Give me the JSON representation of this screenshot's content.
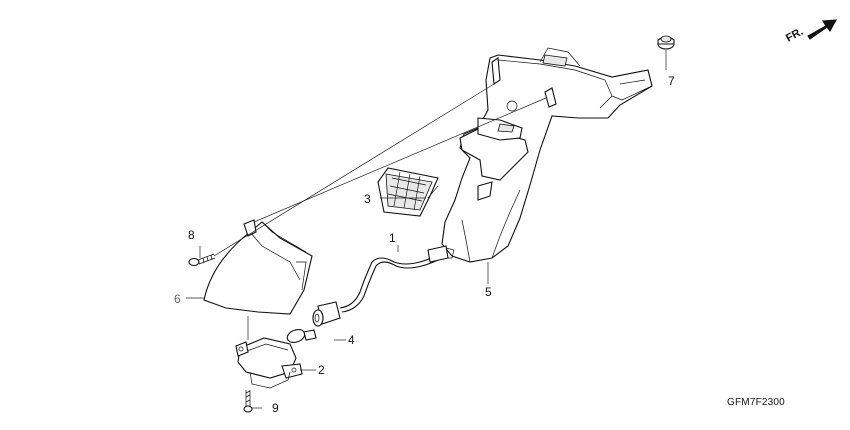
{
  "parts": [
    {
      "key": "p1",
      "label": "1",
      "name": "socket-harness"
    },
    {
      "key": "p2",
      "label": "2",
      "name": "license-light"
    },
    {
      "key": "p3",
      "label": "3",
      "name": "reflector"
    },
    {
      "key": "p4",
      "label": "4",
      "name": "bulb"
    },
    {
      "key": "p5",
      "label": "5",
      "name": "rear-fender"
    },
    {
      "key": "p6",
      "label": "6",
      "name": "fender-tip"
    },
    {
      "key": "p7",
      "label": "7",
      "name": "rubber-grommet"
    },
    {
      "key": "p8",
      "label": "8",
      "name": "screw"
    },
    {
      "key": "p9",
      "label": "9",
      "name": "screw-bottom"
    }
  ],
  "labels": {
    "p1": "1",
    "p2": "2",
    "p3": "3",
    "p4": "4",
    "p5": "5",
    "p6": "6",
    "p7": "7",
    "p8": "8",
    "p9": "9"
  },
  "direction_indicator": "FR.",
  "diagram_code": "GFM7F2300",
  "colors": {
    "line": "#111111",
    "label_grey": "#666666",
    "shade": "#e8e8e8"
  }
}
